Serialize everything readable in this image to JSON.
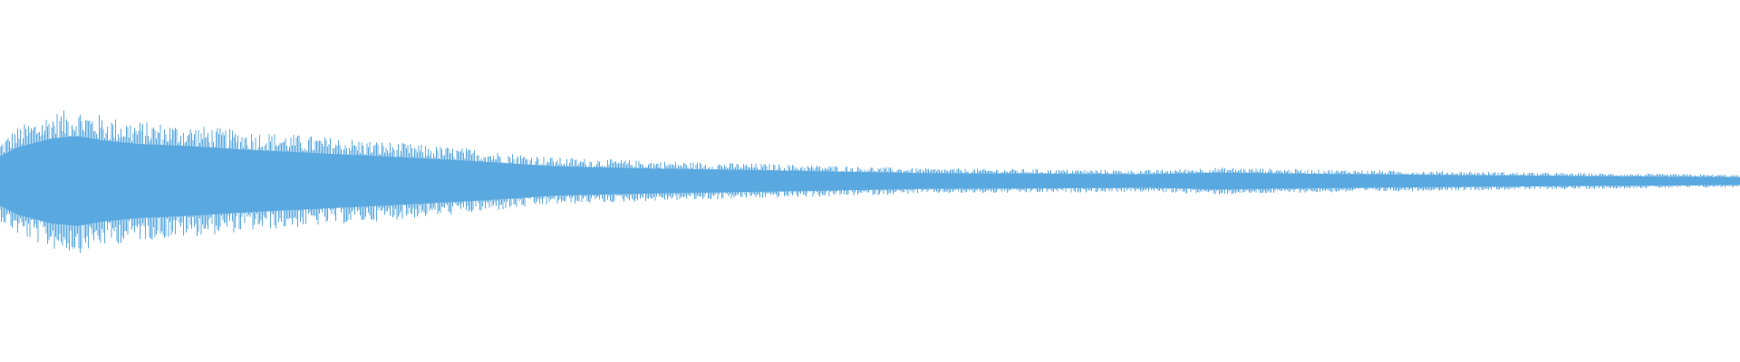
{
  "waveform": {
    "color": "#5aa8e0",
    "envelope": [
      {
        "t": 0.0,
        "amp": 0.22
      },
      {
        "t": 0.01,
        "amp": 0.3
      },
      {
        "t": 0.03,
        "amp": 0.38
      },
      {
        "t": 0.045,
        "amp": 0.4
      },
      {
        "t": 0.06,
        "amp": 0.36
      },
      {
        "t": 0.08,
        "amp": 0.33
      },
      {
        "t": 0.11,
        "amp": 0.31
      },
      {
        "t": 0.14,
        "amp": 0.28
      },
      {
        "t": 0.18,
        "amp": 0.25
      },
      {
        "t": 0.22,
        "amp": 0.22
      },
      {
        "t": 0.27,
        "amp": 0.18
      },
      {
        "t": 0.32,
        "amp": 0.13
      },
      {
        "t": 0.38,
        "amp": 0.11
      },
      {
        "t": 0.46,
        "amp": 0.09
      },
      {
        "t": 0.53,
        "amp": 0.07
      },
      {
        "t": 0.6,
        "amp": 0.065
      },
      {
        "t": 0.66,
        "amp": 0.06
      },
      {
        "t": 0.7,
        "amp": 0.075
      },
      {
        "t": 0.75,
        "amp": 0.065
      },
      {
        "t": 0.82,
        "amp": 0.055
      },
      {
        "t": 0.9,
        "amp": 0.045
      },
      {
        "t": 1.0,
        "amp": 0.035
      }
    ]
  }
}
